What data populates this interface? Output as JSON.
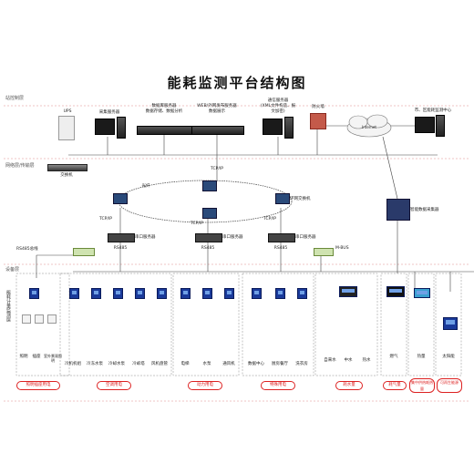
{
  "title": "能耗监测平台结构图",
  "layers": {
    "monitor": "站控制层",
    "network": "网络层/传输层",
    "device": "设备层"
  },
  "top_nodes": {
    "ups": "UPS",
    "collect_server": "采集服务器",
    "db_server": "数据库服务器\n数据存储、数据分析",
    "web_server": "WEB/外网发布服务器\n数据展示",
    "comm_server": "通信服务器\n(XML文件构造、报\n文加密)",
    "firewall": "防火墙",
    "internet": "Internet",
    "center": "市、区能耗监测中心"
  },
  "network": {
    "switch": "交换机",
    "ring_label": "光纤",
    "tcp": "TCP/IP",
    "ring_switch": "环网交换机",
    "serial_server": "串口服务器",
    "smart_collector": "智能数据采集器",
    "rs485": "RS485",
    "rs485_bus": "RS485总线",
    "m_bus": "M-BUS",
    "tcpip_labels": [
      "TCP/IP",
      "TCP/IP",
      "TCP/IP",
      "TCP/IP"
    ]
  },
  "device_label": "能耗计量监测层",
  "groups": [
    {
      "name": "照明插座用电",
      "items": [
        "照明",
        "插座",
        "室外景观照明"
      ]
    },
    {
      "name": "空调用电",
      "items": [
        "冷机机组",
        "冷冻水泵",
        "冷却水泵",
        "冷却塔",
        "风机盘管"
      ]
    },
    {
      "name": "动力用电",
      "items": [
        "电梯",
        "水泵",
        "通风机"
      ]
    },
    {
      "name": "特殊用电",
      "items": [
        "数据中心",
        "厨房餐厅",
        "洗衣房"
      ]
    },
    {
      "name": "耗水量",
      "items": [
        "自来水",
        "中水",
        "热水"
      ]
    },
    {
      "name": "耗气量",
      "items": [
        "燃气"
      ]
    },
    {
      "name": "集中供热耗热量",
      "items": [
        "热量"
      ]
    },
    {
      "name": "可再生能源",
      "items": [
        "太阳能"
      ]
    }
  ]
}
